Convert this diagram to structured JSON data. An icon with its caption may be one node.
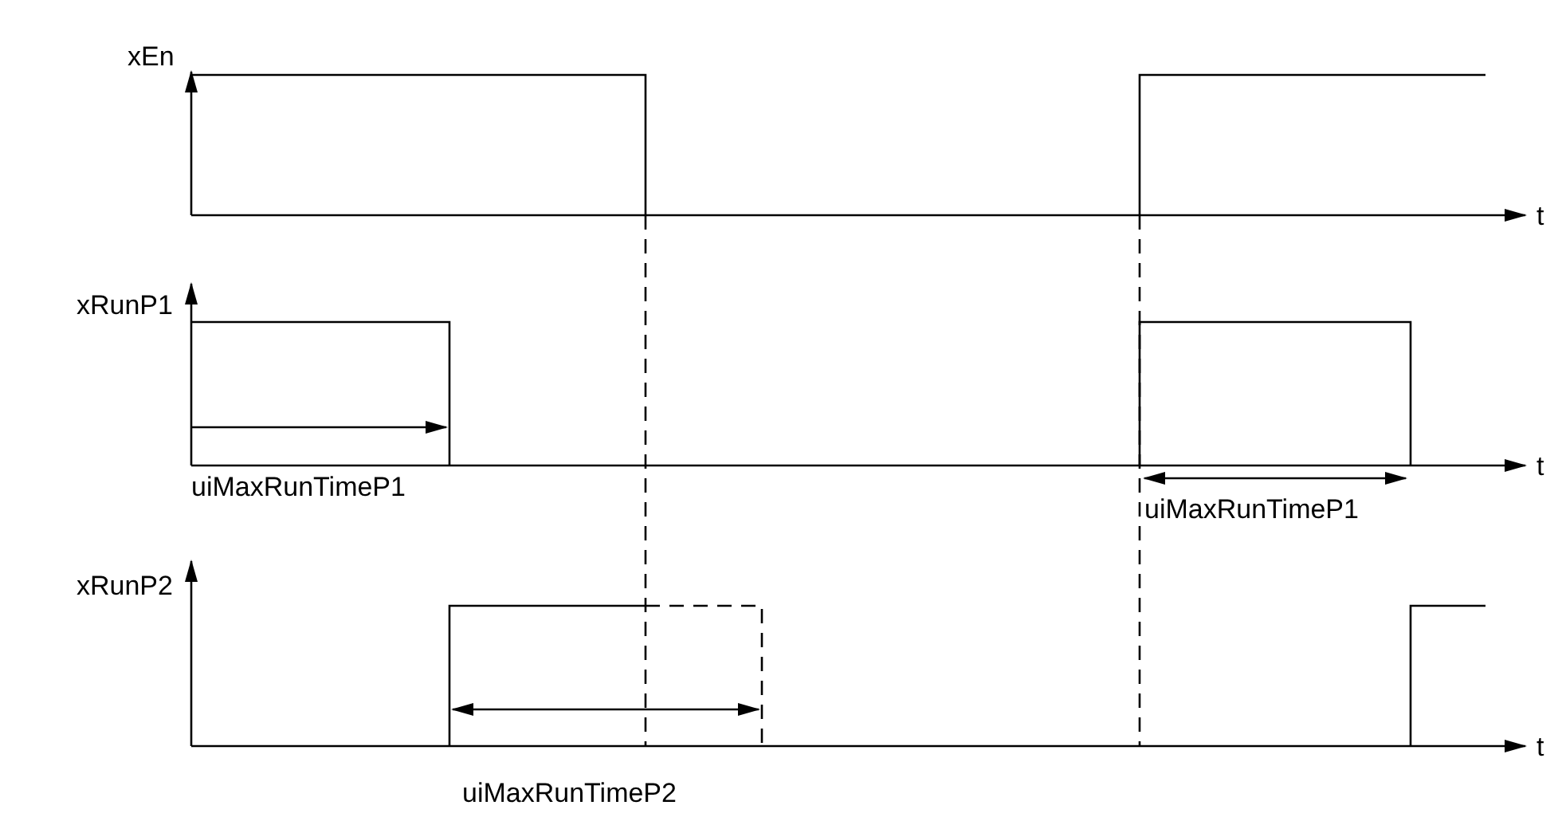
{
  "diagram": {
    "labels": [
      "xEn",
      "t",
      "xRunP1",
      "t",
      "uiMaxRunTimeP1",
      "uiMaxRunTimeP1",
      "xRunP2",
      "t",
      "uiMaxRunTimeP2"
    ]
  }
}
